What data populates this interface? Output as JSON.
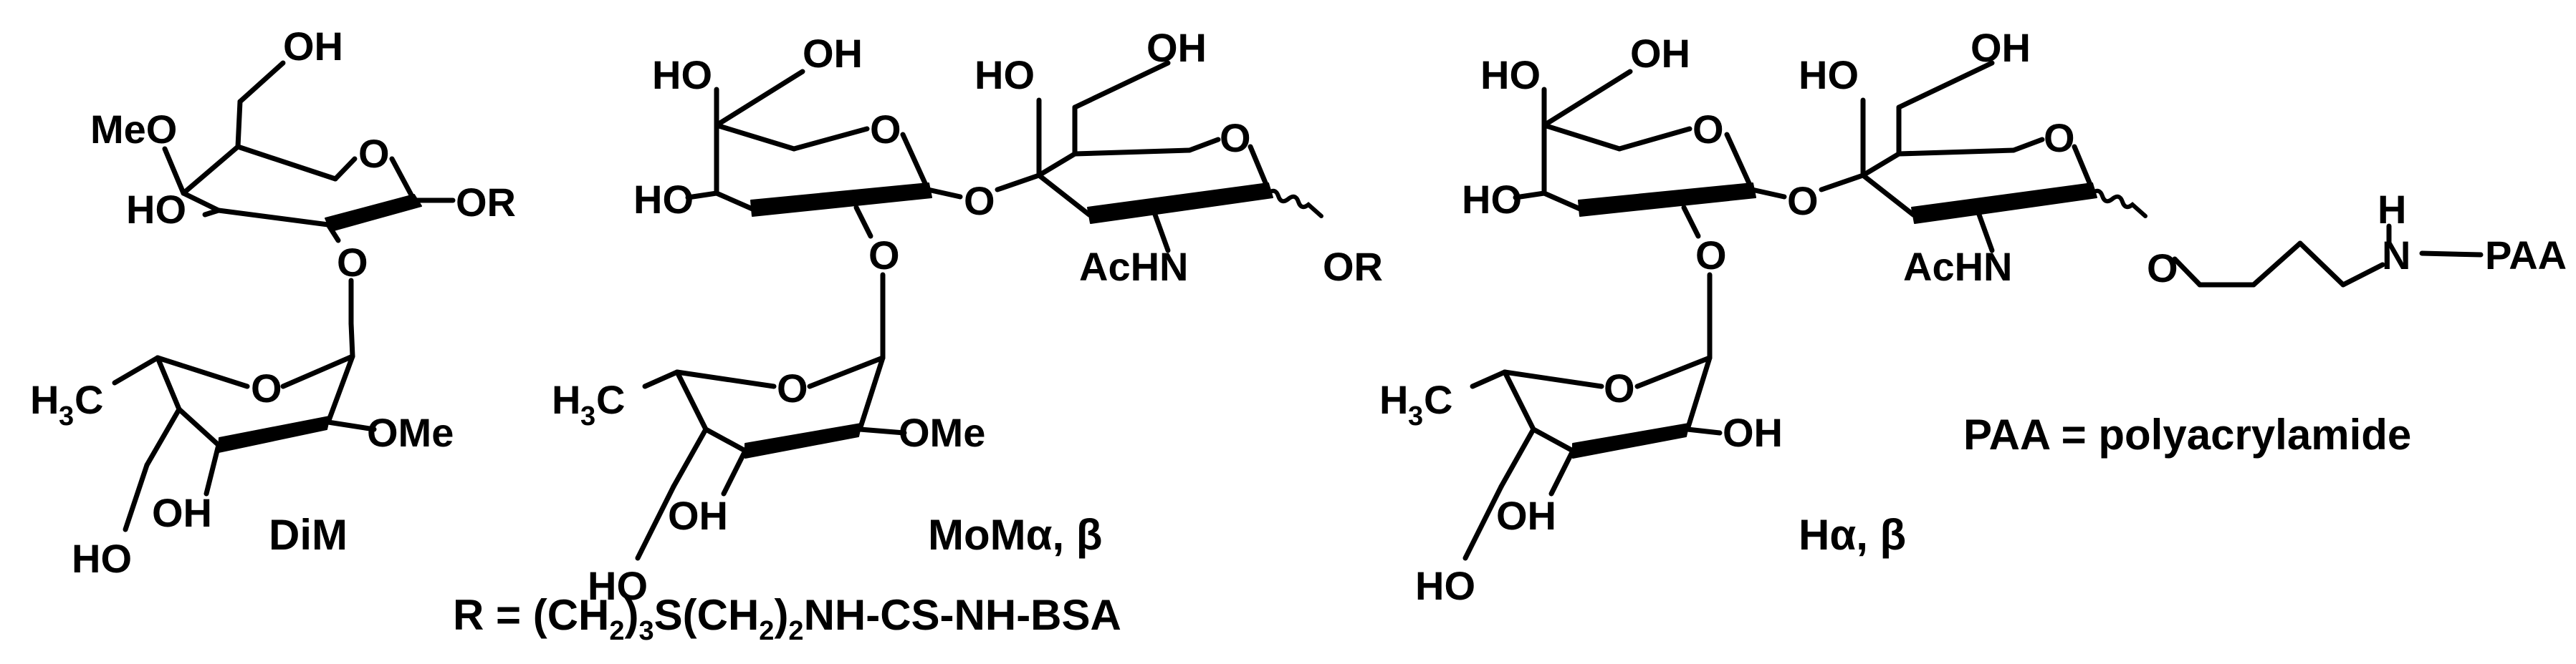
{
  "compounds": [
    {
      "name": "DiM",
      "labels": {
        "c6oh": "OH",
        "c4sub": "MeO",
        "c3sub": "HO",
        "anomeric": "OR",
        "ring_o": "O",
        "link_o": "O",
        "fuc_ring_o": "O",
        "fuc_me": "H",
        "fuc_me_sub": "3",
        "fuc_me_tail": "C",
        "fuc_c2sub": "OMe",
        "fuc_c3sub": "OH",
        "fuc_c4sub": "HO"
      }
    },
    {
      "name": "MoMα, β",
      "labels": {
        "gal_c6oh": "OH",
        "gal_c4oh": "HO",
        "gal_c3oh": "HO",
        "gal_ring_o": "O",
        "gal_glc_link": "O",
        "glc_c4oh": "HO",
        "glc_c6oh": "OH",
        "glc_ring_o": "O",
        "glc_nh": "AcHN",
        "anomeric": "OR",
        "fuc_link_o": "O",
        "fuc_ring_o": "O",
        "fuc_me": "H",
        "fuc_me_sub": "3",
        "fuc_me_tail": "C",
        "fuc_c2sub": "OMe",
        "fuc_c3sub": "OH",
        "fuc_c4sub": "HO"
      }
    },
    {
      "name": "Hα, β",
      "labels": {
        "gal_c6oh": "OH",
        "gal_c4oh": "HO",
        "gal_c3oh": "HO",
        "gal_ring_o": "O",
        "gal_glc_link": "O",
        "glc_c4oh": "HO",
        "glc_c6oh": "OH",
        "glc_ring_o": "O",
        "glc_nh": "AcHN",
        "linker_o": "O",
        "linker_h": "H",
        "linker_n": "N",
        "paa": "PAA",
        "fuc_link_o": "O",
        "fuc_ring_o": "O",
        "fuc_me": "H",
        "fuc_me_sub": "3",
        "fuc_me_tail": "C",
        "fuc_c2sub": "OH",
        "fuc_c3sub": "OH",
        "fuc_c4sub": "HO"
      }
    }
  ],
  "definitions": {
    "r_prefix": "R = (CH",
    "r_sub1": "2",
    "r_mid1": ")",
    "r_sub2": "3",
    "r_mid2": "S(CH",
    "r_sub3": "2",
    "r_mid3": ")",
    "r_sub4": "2",
    "r_tail": "NH-CS-NH-BSA",
    "paa": "PAA = polyacrylamide"
  }
}
